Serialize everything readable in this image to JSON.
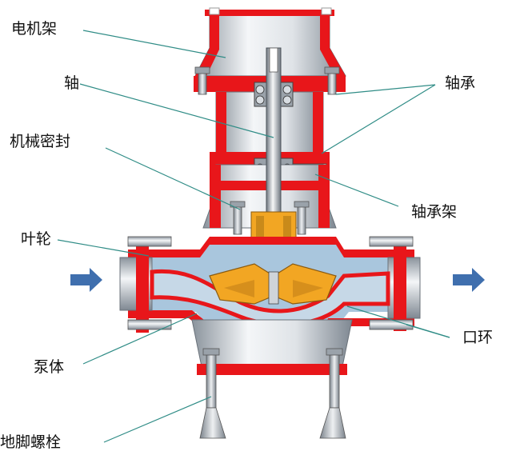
{
  "labels": {
    "motor_frame": "电机架",
    "shaft": "轴",
    "mechanical_seal": "机械密封",
    "impeller": "叶轮",
    "pump_body": "泵体",
    "anchor_bolt": "地脚螺栓",
    "bearing": "轴承",
    "bearing_frame": "轴承架",
    "wear_ring": "口环"
  },
  "colors": {
    "casing_red": "#e8161a",
    "steel_light": "#eef0f2",
    "steel_dark": "#7d8690",
    "fluid_blue": "#a9c6dd",
    "impeller_gold": "#f2a623",
    "arrow_blue": "#3f6fae",
    "leader_teal": "#2f8c86"
  },
  "icons": {
    "inlet_arrow": "arrow-right-icon",
    "outlet_arrow": "arrow-right-icon"
  }
}
